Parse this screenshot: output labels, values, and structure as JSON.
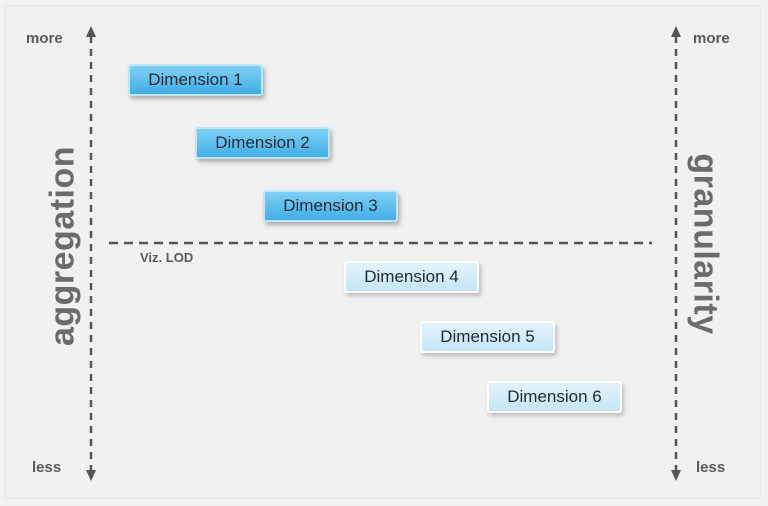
{
  "left_axis": {
    "title": "aggregation",
    "top_label": "more",
    "bottom_label": "less"
  },
  "right_axis": {
    "title": "granularity",
    "top_label": "more",
    "bottom_label": "less"
  },
  "lod_line": {
    "label": "Viz. LOD"
  },
  "dimensions": [
    {
      "label": "Dimension 1",
      "above_lod": true
    },
    {
      "label": "Dimension 2",
      "above_lod": true
    },
    {
      "label": "Dimension 3",
      "above_lod": true
    },
    {
      "label": "Dimension 4",
      "above_lod": false
    },
    {
      "label": "Dimension 5",
      "above_lod": false
    },
    {
      "label": "Dimension 6",
      "above_lod": false
    }
  ],
  "colors": {
    "above_lod": "#42aee6",
    "below_lod": "#c5e5f7",
    "axis": "#555555",
    "background": "#f1f1f1"
  }
}
